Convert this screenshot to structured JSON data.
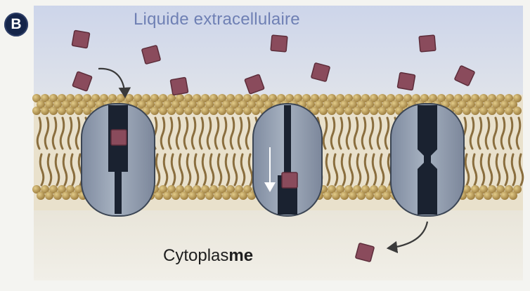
{
  "figure": {
    "badge": "B",
    "label_top": "Liquide extracellulaire",
    "label_bottom_normal": "Cytoplas",
    "label_bottom_bold": "me",
    "colors": {
      "background": "#f4f4f1",
      "extracellular_top": "#cfd6ea",
      "extracellular_bottom": "#e4e6ea",
      "membrane_heads": "#b1934e",
      "membrane_tails": "#8a6e3e",
      "protein_body": "#9aa6b6",
      "protein_outline": "#3b4554",
      "channel": "#1a2230",
      "molecule": "#8a4b5c",
      "arrow": "#3a3a3a",
      "label_top": "#6f80b4",
      "label_bottom": "#1e1e1e",
      "badge": "#15254a"
    },
    "icons": {
      "badge": "letter-badge-icon",
      "molecule": "square-molecule-icon",
      "arrow": "curved-arrow-icon"
    }
  }
}
